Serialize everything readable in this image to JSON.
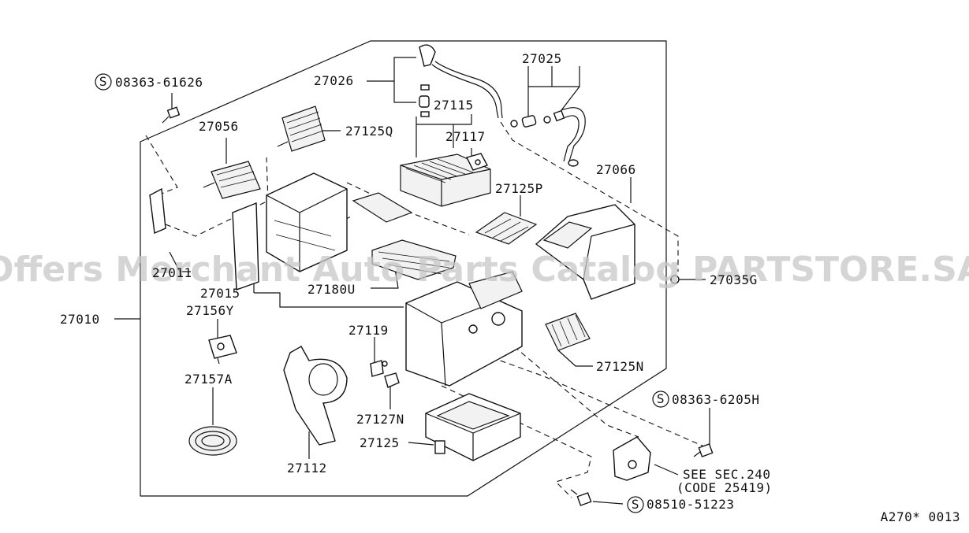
{
  "diagram": {
    "watermark": "Offers Merchant Auto Parts Catalog PARTSTORE.SA",
    "figure_code": "A270* 0013",
    "screw_symbol": "S",
    "labels": {
      "p08363_61626": "08363-61626",
      "p27026": "27026",
      "p27025": "27025",
      "p27115": "27115",
      "p27117": "27117",
      "p27056": "27056",
      "p27125Q": "27125Q",
      "p27125P": "27125P",
      "p27066": "27066",
      "p27011": "27011",
      "p27035G": "27035G",
      "p27015": "27015",
      "p27180U": "27180U",
      "p27010": "27010",
      "p27156Y": "27156Y",
      "p27119": "27119",
      "p27125N": "27125N",
      "p27157A": "27157A",
      "p27127N": "27127N",
      "p08363_6205H": "08363-6205H",
      "p27125": "27125",
      "p27112": "27112",
      "see_sec": "SEE SEC.240",
      "code": "(CODE 25419)",
      "p08510_51223": "08510-51223"
    }
  }
}
